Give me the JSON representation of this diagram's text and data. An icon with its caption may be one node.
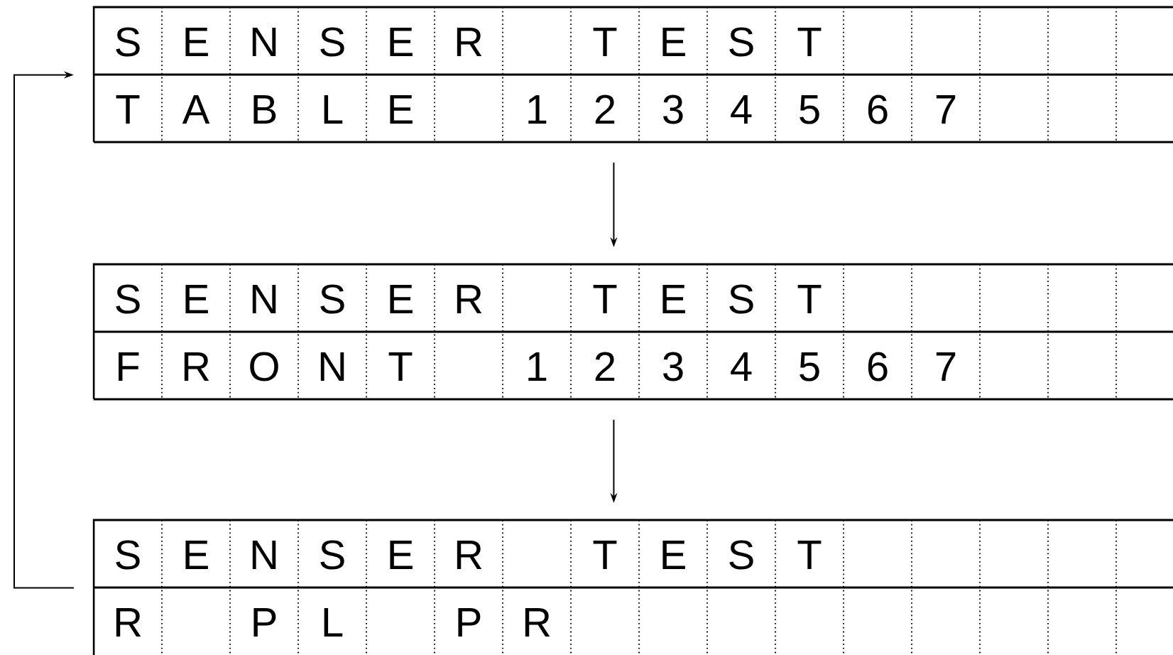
{
  "diagram": {
    "nodes": [
      {
        "text": [
          "S",
          "E",
          "N",
          "S",
          "E",
          "R",
          "T",
          "E",
          "S",
          "T",
          "T",
          "A",
          "B",
          "L",
          "E",
          "1",
          "2",
          "3",
          "4",
          "5",
          "6",
          "7"
        ]
      },
      {
        "text": [
          "S",
          "E",
          "N",
          "S",
          "E",
          "R",
          "T",
          "E",
          "S",
          "T",
          "F",
          "R",
          "O",
          "N",
          "T",
          "1",
          "2",
          "3",
          "4",
          "5",
          "6",
          "7"
        ]
      },
      {
        "text": [
          "S",
          "E",
          "N",
          "S",
          "E",
          "R",
          "T",
          "E",
          "S",
          "T",
          "R",
          "P",
          "L",
          "P",
          "R"
        ]
      }
    ],
    "edges": [
      {
        "from": 0,
        "to": 1,
        "arrow": "to"
      },
      {
        "from": 1,
        "to": 2,
        "arrow": "to"
      },
      {
        "from": 2,
        "to": 0,
        "arrow": "to"
      }
    ]
  }
}
